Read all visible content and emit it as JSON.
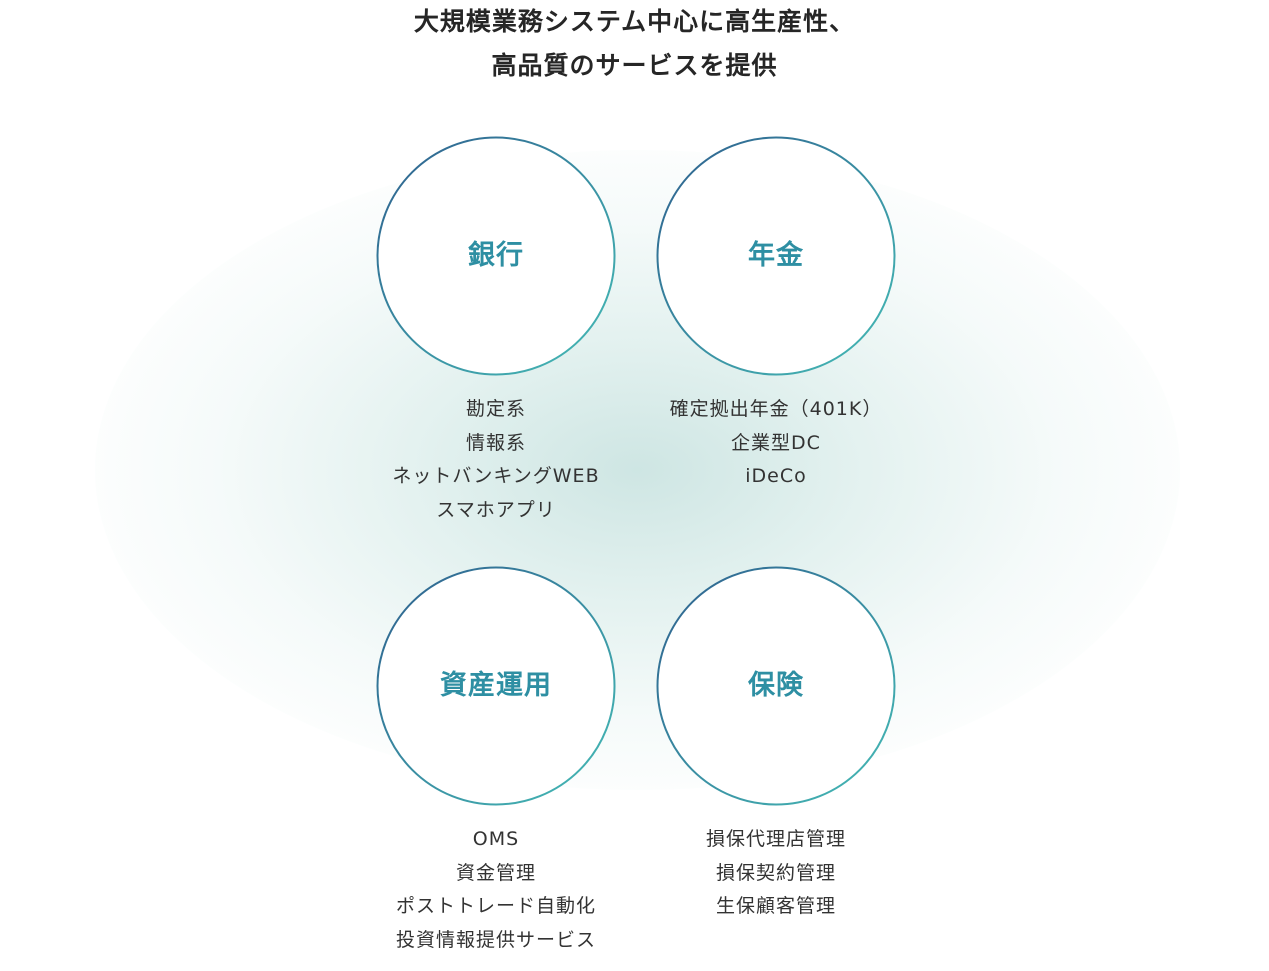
{
  "heading": {
    "line1": "大規模業務システム中心に高生産性、",
    "line2": "高品質のサービスを提供"
  },
  "colors": {
    "ring_start": "#2e5f8e",
    "ring_end": "#45bcb6",
    "label": "#2e8fa3",
    "glow": "#c6e3df"
  },
  "categories": [
    {
      "name": "銀行",
      "items": [
        "勘定系",
        "情報系",
        "ネットバンキングWEB",
        "スマホアプリ"
      ]
    },
    {
      "name": "年金",
      "items": [
        "確定拠出年金（401K）",
        "企業型DC",
        "iDeCo"
      ]
    },
    {
      "name": "資産運用",
      "items": [
        "OMS",
        "資金管理",
        "ポストトレード自動化",
        "投資情報提供サービス"
      ]
    },
    {
      "name": "保険",
      "items": [
        "損保代理店管理",
        "損保契約管理",
        "生保顧客管理"
      ]
    }
  ]
}
